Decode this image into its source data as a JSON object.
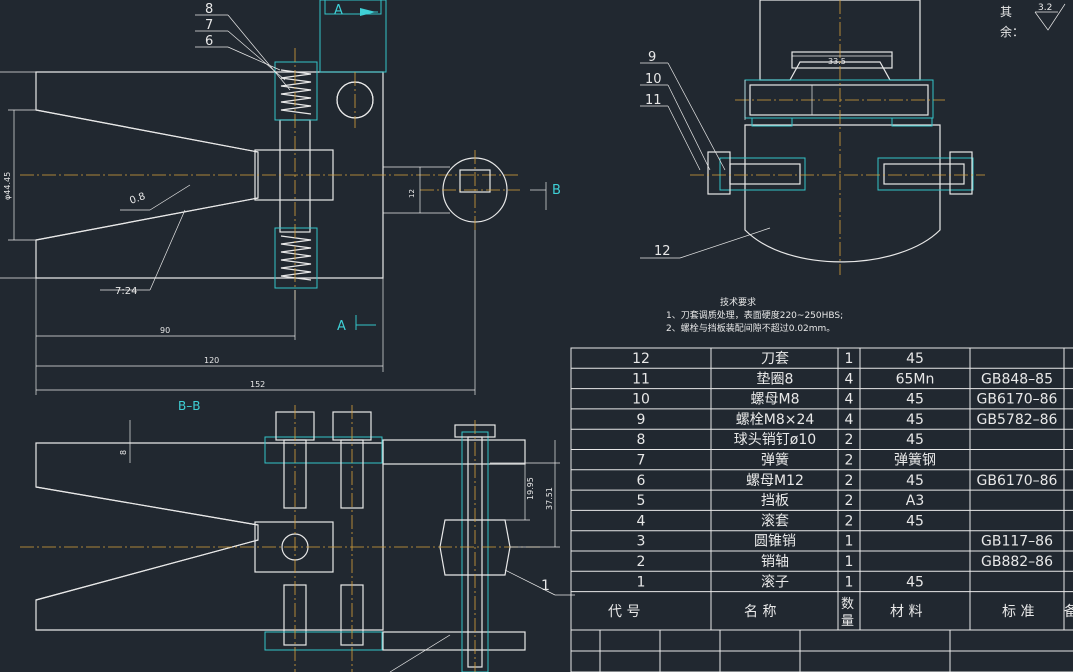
{
  "views": {
    "section_a_label_top": "A",
    "section_a_label_bottom": "A",
    "section_b_label": "B",
    "section_bb_label": "B–B"
  },
  "top_left_callouts": [
    "8",
    "7",
    "6"
  ],
  "top_right_callouts": [
    "9",
    "10",
    "11"
  ],
  "callout_12": "12",
  "callout_1": "1",
  "roughness": {
    "label_line1": "其",
    "label_line2": "余：",
    "value": "3.2"
  },
  "dims": {
    "d1": "90",
    "d2": "120",
    "d3": "152",
    "taper": "7:24",
    "chamfer": "0.8",
    "dia_left": "φ44.45",
    "dim_small": "12",
    "dim_335": "33.5",
    "dim_1995": "19.95",
    "dim_3751": "37.51",
    "dim_8": "8"
  },
  "tech_req": {
    "title": "技术要求",
    "line1": "1、刀套调质处理，表面硬度220~250HBS;",
    "line2": "2、螺栓与挡板装配间隙不超过0.02mm。"
  },
  "bom": {
    "rows": [
      {
        "no": "12",
        "name": "刀套",
        "qty": "1",
        "mat": "45",
        "std": ""
      },
      {
        "no": "11",
        "name": "垫圈8",
        "qty": "4",
        "mat": "65Mn",
        "std": "GB848–85"
      },
      {
        "no": "10",
        "name": "螺母M8",
        "qty": "4",
        "mat": "45",
        "std": "GB6170–86"
      },
      {
        "no": "9",
        "name": "螺栓M8×24",
        "qty": "4",
        "mat": "45",
        "std": "GB5782–86"
      },
      {
        "no": "8",
        "name": "球头销钉ø10",
        "qty": "2",
        "mat": "45",
        "std": ""
      },
      {
        "no": "7",
        "name": "弹簧",
        "qty": "2",
        "mat": "弹簧钢",
        "std": ""
      },
      {
        "no": "6",
        "name": "螺母M12",
        "qty": "2",
        "mat": "45",
        "std": "GB6170–86"
      },
      {
        "no": "5",
        "name": "挡板",
        "qty": "2",
        "mat": "A3",
        "std": ""
      },
      {
        "no": "4",
        "name": "滚套",
        "qty": "2",
        "mat": "45",
        "std": ""
      },
      {
        "no": "3",
        "name": "圆锥销",
        "qty": "1",
        "mat": "",
        "std": "GB117–86"
      },
      {
        "no": "2",
        "name": "销轴",
        "qty": "1",
        "mat": "",
        "std": "GB882–86"
      },
      {
        "no": "1",
        "name": "滚子",
        "qty": "1",
        "mat": "45",
        "std": ""
      }
    ],
    "header": {
      "no": "代    号",
      "name": "名    称",
      "qty_1": "数",
      "qty_2": "量",
      "mat": "材    料",
      "std": "标 准",
      "note": "备"
    }
  }
}
